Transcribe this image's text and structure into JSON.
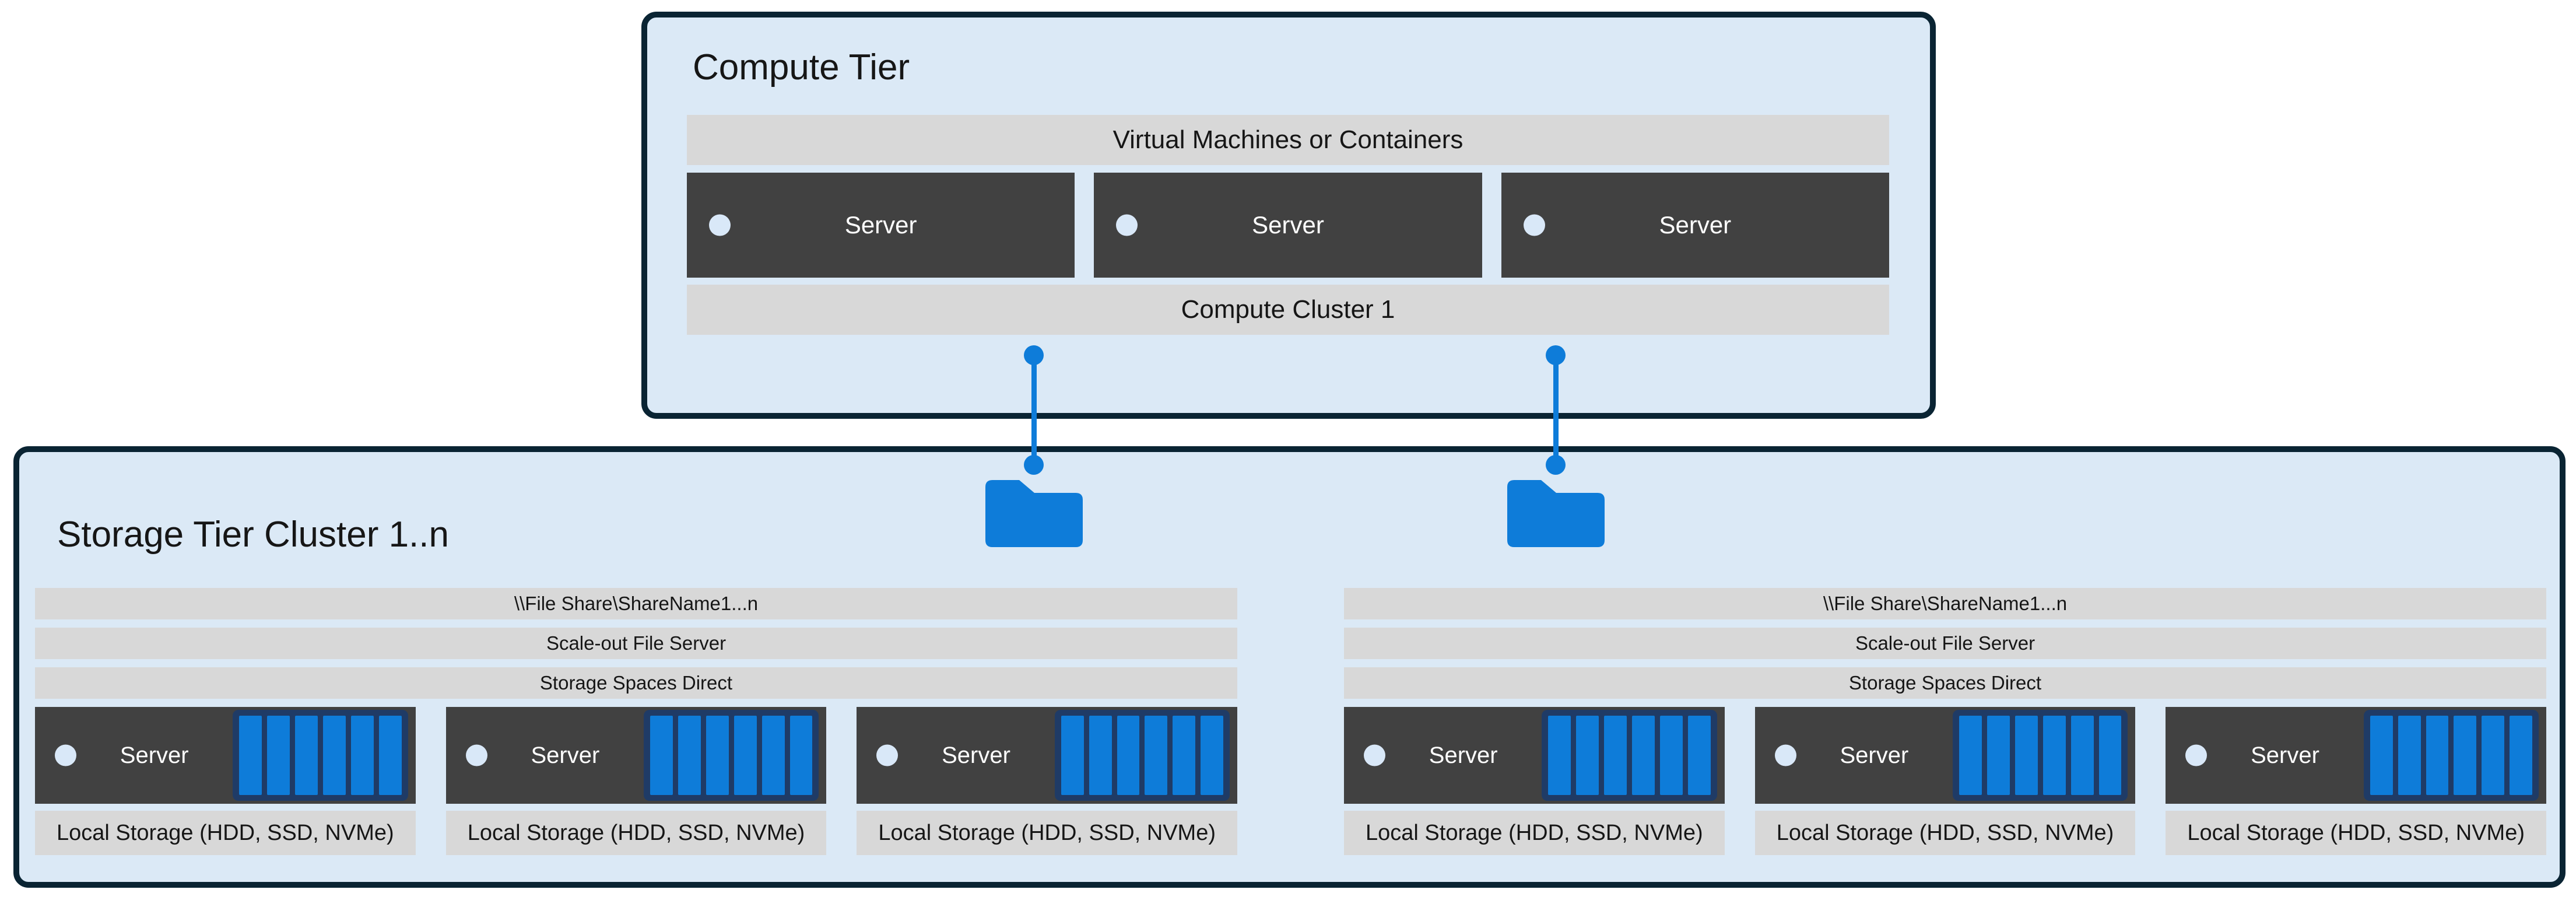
{
  "colors": {
    "page_bg": "#ffffff",
    "box_fill": "#dbe9f6",
    "box_border": "#0a2433",
    "bar_gray": "#d8d8d8",
    "server_dark": "#414141",
    "accent_blue": "#0e7cd9",
    "disk_frame_navy": "#1f3b66",
    "dot_light": "#d9e8f8",
    "text_dark": "#161616",
    "text_light": "#ffffff"
  },
  "compute_tier": {
    "title": "Compute Tier",
    "vm_bar_label": "Virtual Machines or Containers",
    "cluster_bar_label": "Compute Cluster 1",
    "servers": [
      {
        "label": "Server"
      },
      {
        "label": "Server"
      },
      {
        "label": "Server"
      }
    ]
  },
  "connectors": {
    "count": 2,
    "endpoint_icon": "folder-icon",
    "line_color": "#0e7cd9"
  },
  "storage_tier": {
    "title": "Storage Tier Cluster 1..n",
    "clusters": [
      {
        "file_share_label": "\\\\File Share\\ShareName1...n",
        "sofs_label": "Scale-out File Server",
        "s2d_label": "Storage Spaces Direct",
        "servers": [
          {
            "label": "Server",
            "disk_count": 6
          },
          {
            "label": "Server",
            "disk_count": 6
          },
          {
            "label": "Server",
            "disk_count": 6
          }
        ],
        "local_storage_labels": [
          "Local Storage (HDD, SSD, NVMe)",
          "Local Storage (HDD, SSD, NVMe)",
          "Local Storage (HDD, SSD, NVMe)"
        ]
      },
      {
        "file_share_label": "\\\\File Share\\ShareName1...n",
        "sofs_label": "Scale-out File Server",
        "s2d_label": "Storage Spaces Direct",
        "servers": [
          {
            "label": "Server",
            "disk_count": 6
          },
          {
            "label": "Server",
            "disk_count": 6
          },
          {
            "label": "Server",
            "disk_count": 6
          }
        ],
        "local_storage_labels": [
          "Local Storage (HDD, SSD, NVMe)",
          "Local Storage (HDD, SSD, NVMe)",
          "Local Storage (HDD, SSD, NVMe)"
        ]
      }
    ]
  }
}
